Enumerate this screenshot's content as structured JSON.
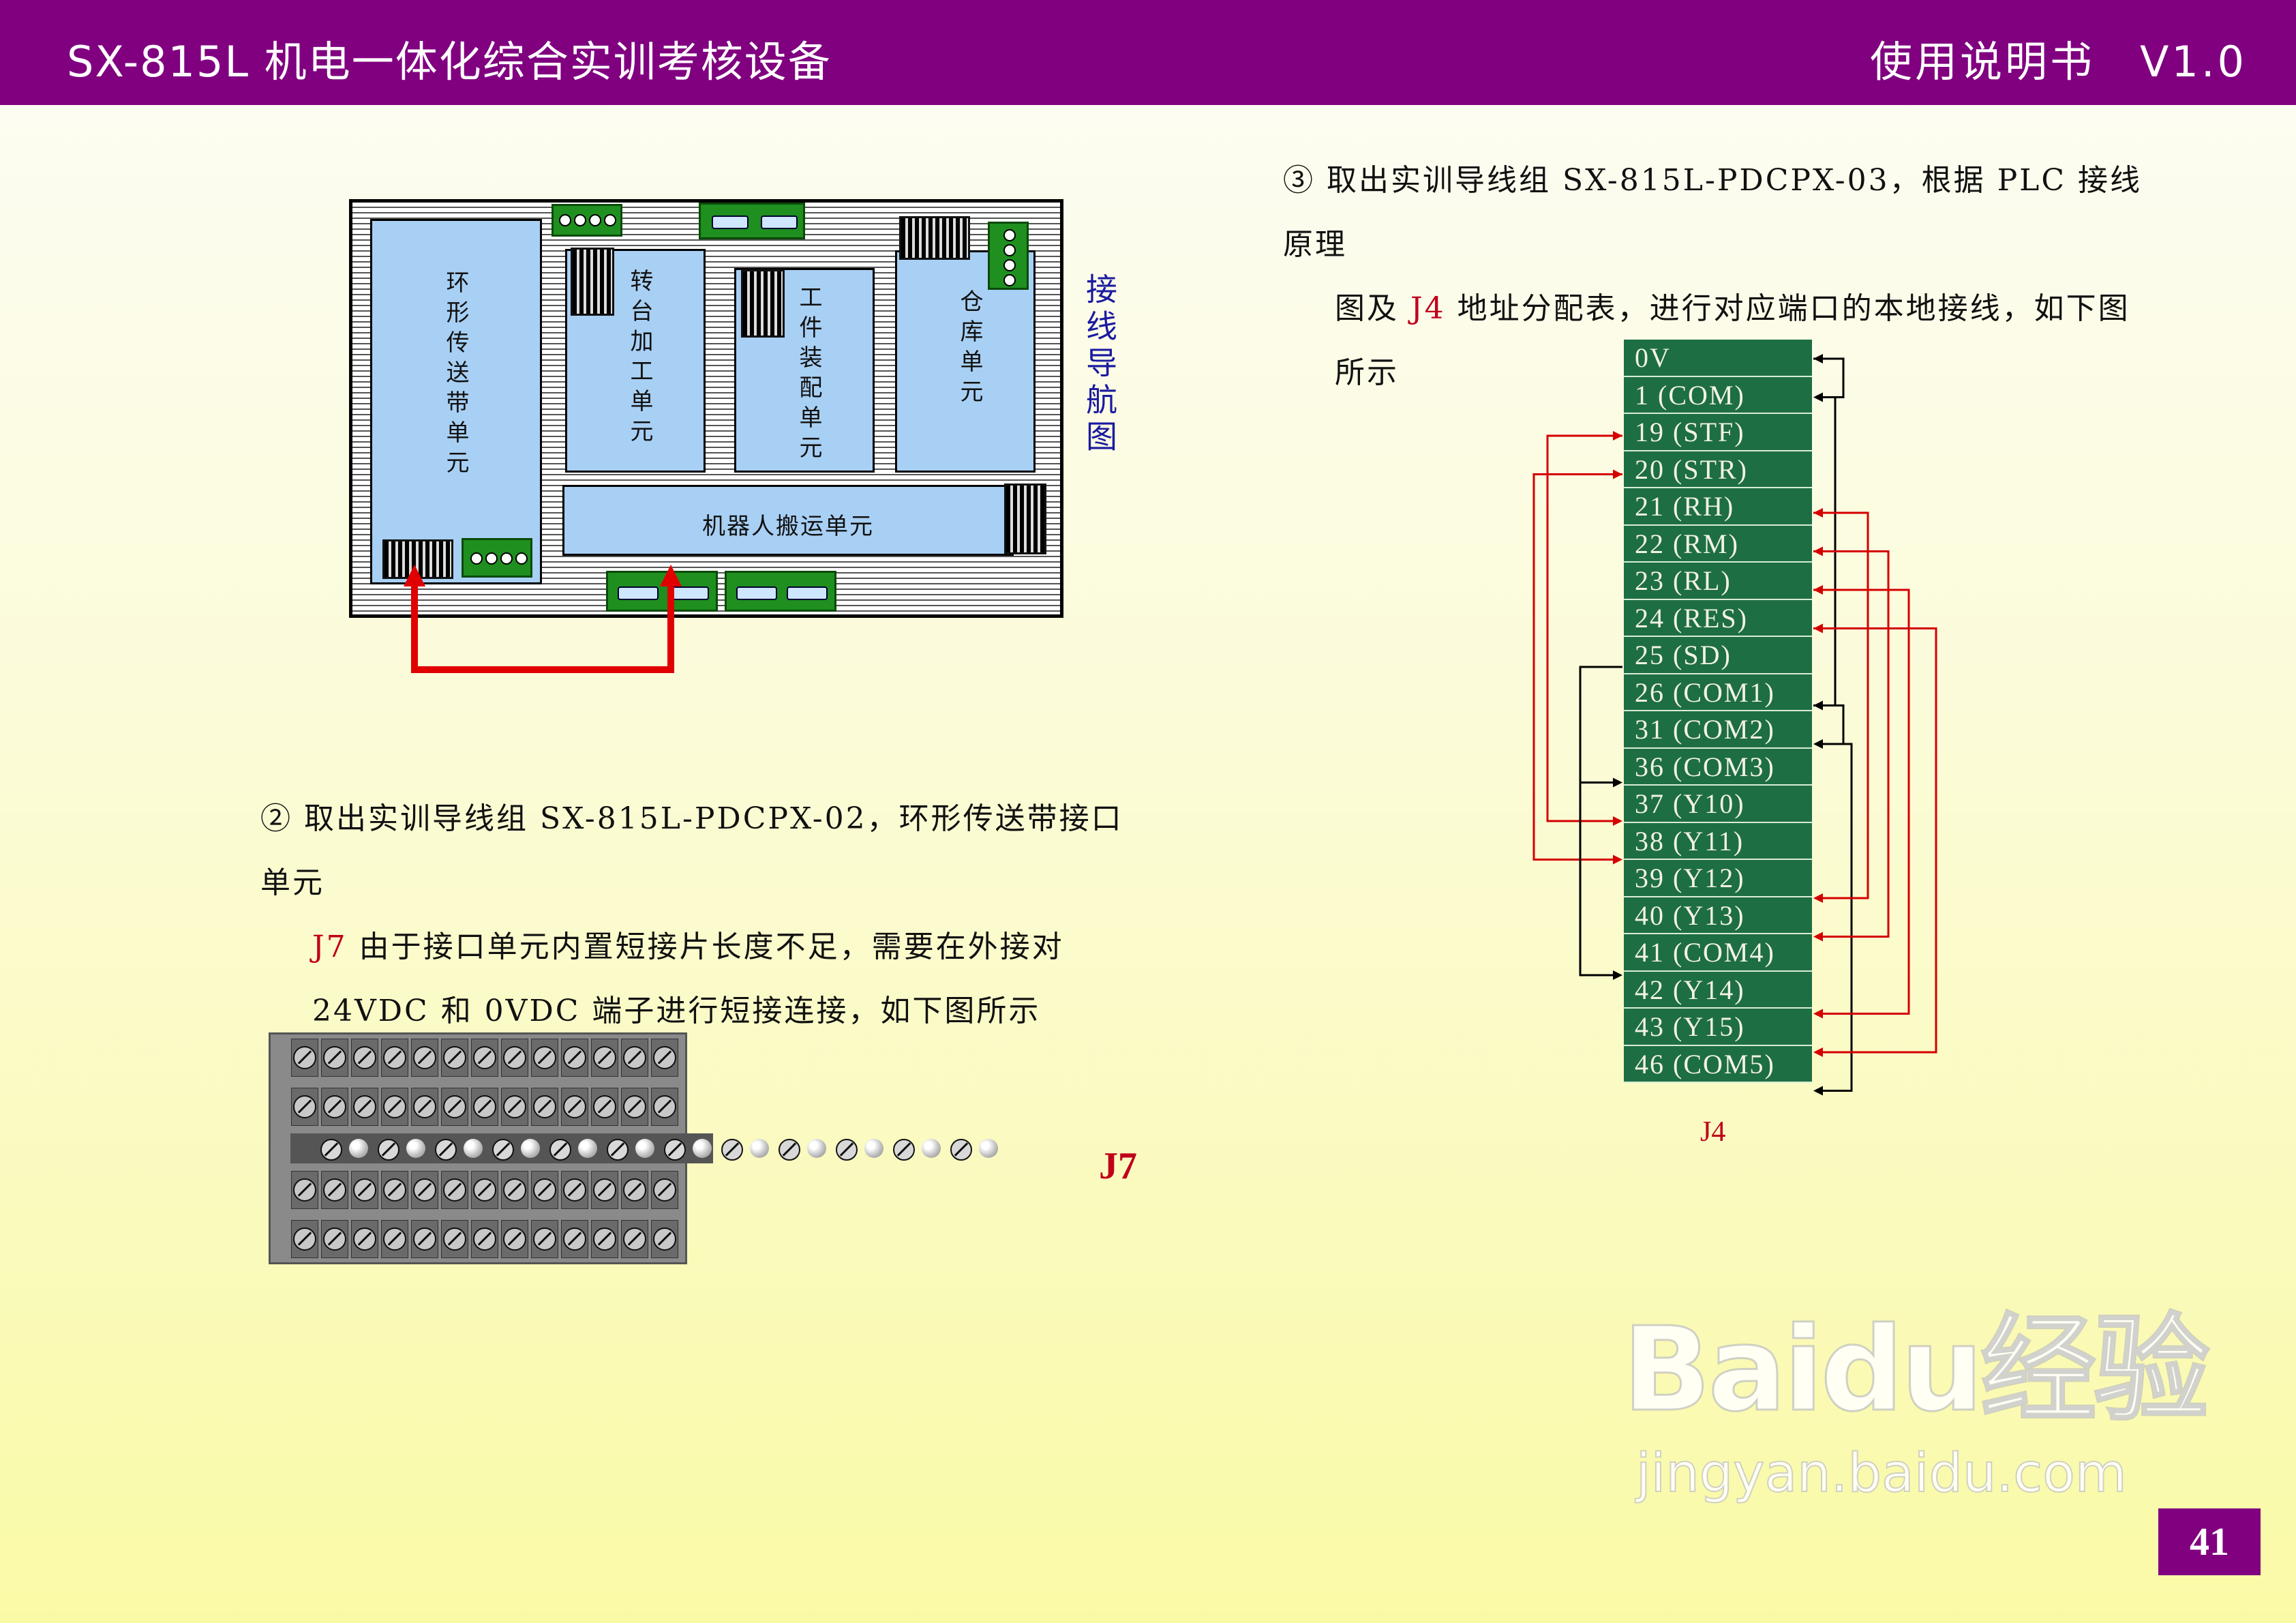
{
  "header": {
    "title": "SX-815L 机电一体化综合实训考核设备",
    "manual": "使用说明书　V1.0"
  },
  "nav_diagram": {
    "units": {
      "ring_conveyor": "环形传送带单元",
      "turntable": "转台加工单元",
      "assembly": "工件装配单元",
      "warehouse": "仓库单元",
      "robot": "机器人搬运单元"
    },
    "label": "接线导航图",
    "arrow_color": "#e00000"
  },
  "step2": {
    "marker": "②",
    "text_a": "取出实训导线组 SX-815L-PDCPX-02，环形传送带接口单元",
    "j": "J7",
    "text_b": "由于接口单元内置短接片长度不足，需要在外接对",
    "text_c": "24VDC 和 0VDC 端子进行短接连接，如下图所示"
  },
  "j7_label": "J7",
  "step3": {
    "marker": "③",
    "text_a": "取出实训导线组 SX-815L-PDCPX-03，根据 PLC 接线原理",
    "text_b1": "图及",
    "j": "J4",
    "text_b2": "地址分配表，进行对应端口的本地接线，如下图",
    "text_c": "所示"
  },
  "j4": {
    "rows": [
      "0V",
      "1 (COM)",
      "19 (STF)",
      "20 (STR)",
      "21 (RH)",
      "22 (RM)",
      "23 (RL)",
      "24 (RES)",
      "25 (SD)",
      "26 (COM1)",
      "31 (COM2)",
      "36 (COM3)",
      "37 (Y10)",
      "38 (Y11)",
      "39 (Y12)",
      "40 (Y13)",
      "41 (COM4)",
      "42 (Y14)",
      "43 (Y15)",
      "46 (COM5)"
    ],
    "label": "J4",
    "wire_colors": {
      "signal": "#d40000",
      "common": "#000000"
    }
  },
  "page_number": "41",
  "watermark": {
    "brand": "Baidu经验",
    "url": "jingyan.baidu.com"
  }
}
